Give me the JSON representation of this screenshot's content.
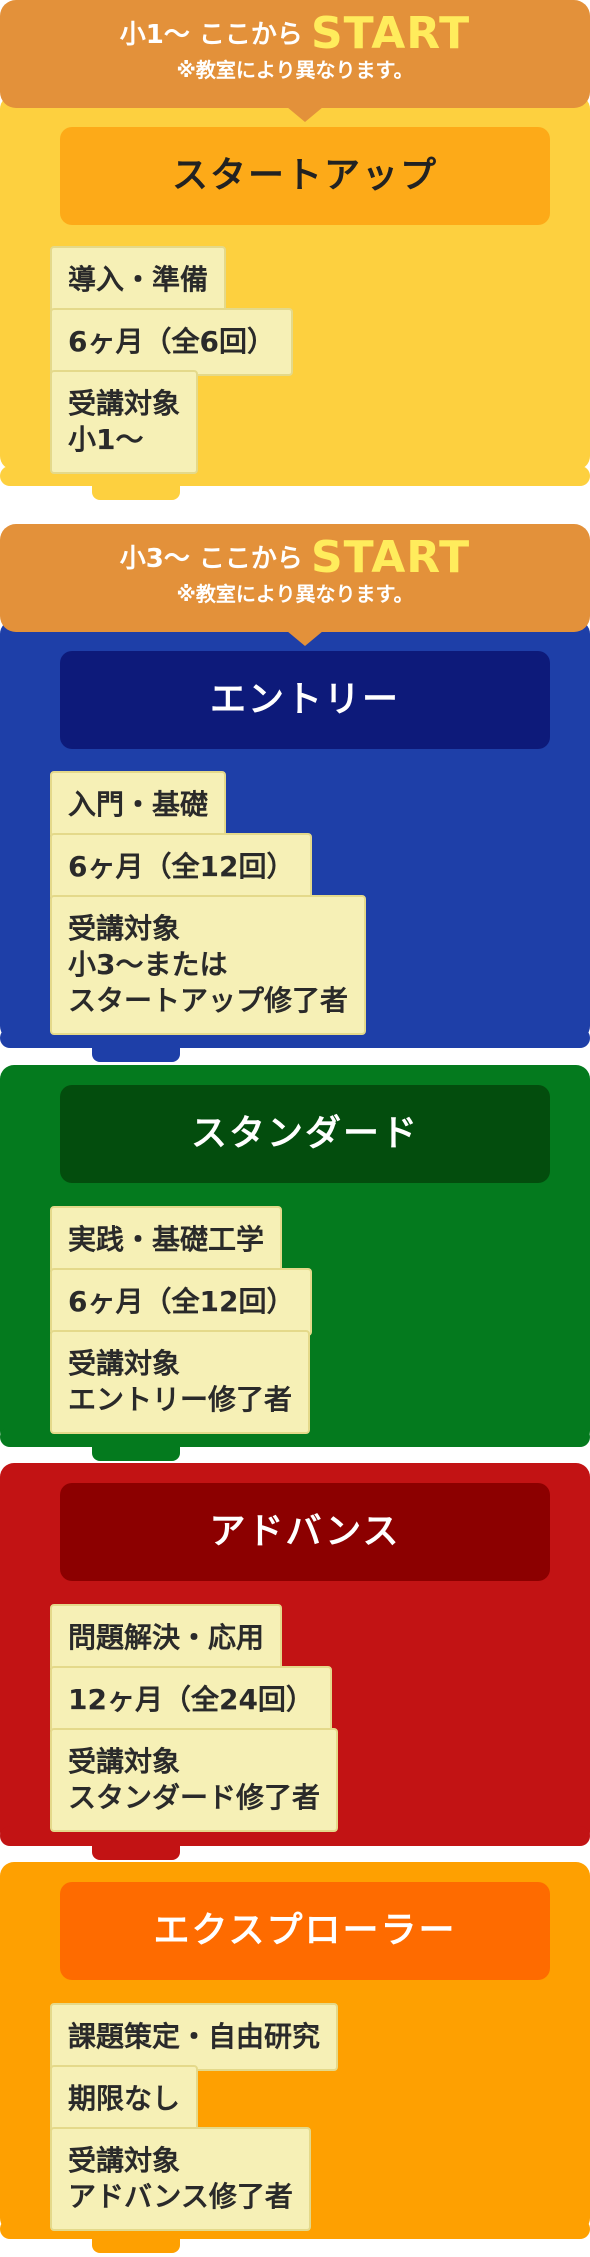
{
  "sections": [
    {
      "start_prefix": "小1〜 ここから",
      "start_word": "START",
      "note": "※教室により異なります。",
      "title": "スタートアップ",
      "items": [
        "導入・準備",
        "6ヶ月（全6回）",
        "受講対象\n小1〜"
      ]
    },
    {
      "start_prefix": "小3〜 ここから",
      "start_word": "START",
      "note": "※教室により異なります。",
      "title": "エントリー",
      "items": [
        "入門・基礎",
        "6ヶ月（全12回）",
        "受講対象\n小3〜または\nスタートアップ修了者"
      ]
    },
    {
      "title": "スタンダード",
      "items": [
        "実践・基礎工学",
        "6ヶ月（全12回）",
        "受講対象\nエントリー修了者"
      ]
    },
    {
      "title": "アドバンス",
      "items": [
        "問題解決・応用",
        "12ヶ月（全24回）",
        "受講対象\nスタンダード修了者"
      ]
    },
    {
      "title": "エクスプローラー",
      "items": [
        "課題策定・自由研究",
        "期限なし",
        "受講対象\nアドバンス修了者"
      ]
    }
  ],
  "colors": {
    "banner": "#e3913a",
    "start_word": "#ffec5c",
    "chip_bg": "#f6f0b6",
    "startup_panel": "#fdd03f",
    "startup_title": "#fdaa18",
    "entry_panel": "#1e3fa8",
    "entry_title": "#0d1a7a",
    "standard_panel": "#047a1e",
    "standard_title": "#034d0d",
    "advance_panel": "#c21314",
    "advance_title": "#8c0000",
    "explorer_panel": "#fea001",
    "explorer_title": "#fe6b00"
  }
}
